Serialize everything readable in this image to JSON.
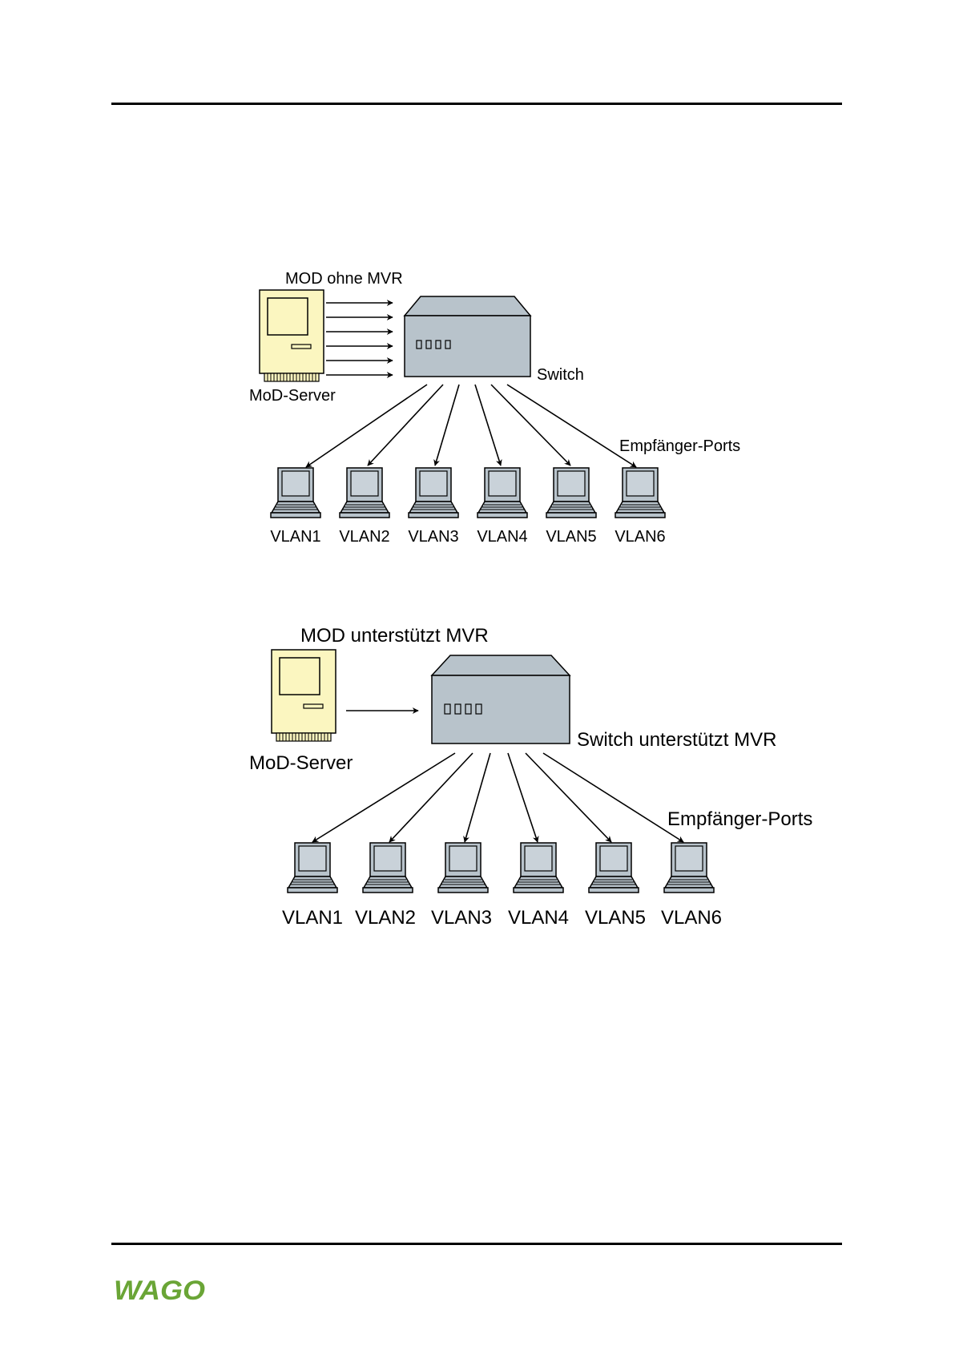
{
  "diagram1": {
    "title": "MOD ohne MVR",
    "server_label": "MoD-Server",
    "switch_label": "Switch",
    "ports_label": "Empfänger-Ports",
    "clients": [
      "VLAN1",
      "VLAN2",
      "VLAN3",
      "VLAN4",
      "VLAN5",
      "VLAN6"
    ]
  },
  "diagram2": {
    "title": "MOD unterstützt MVR",
    "server_label": "MoD-Server",
    "switch_label": "Switch unterstützt MVR",
    "ports_label": "Empfänger-Ports",
    "clients": [
      "VLAN1",
      "VLAN2",
      "VLAN3",
      "VLAN4",
      "VLAN5",
      "VLAN6"
    ]
  },
  "logo": {
    "text": "WAGO",
    "color": "#6aa536"
  },
  "colors": {
    "server_fill": "#fbf6c0",
    "device_fill": "#b8c3cb",
    "screen_fill": "#c9d2d9"
  }
}
